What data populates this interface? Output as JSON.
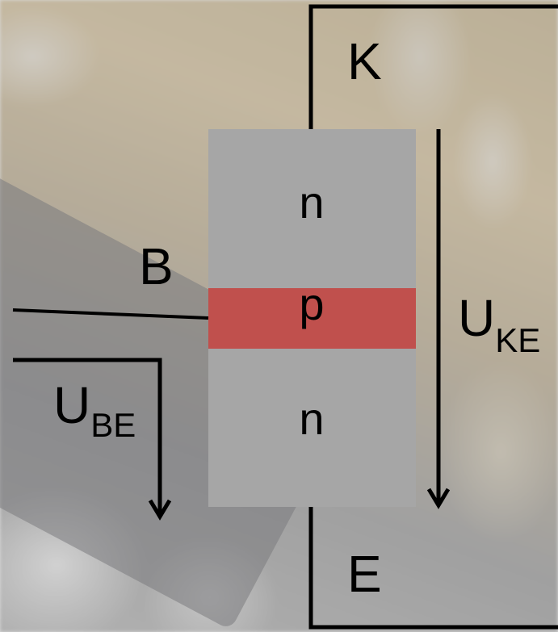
{
  "labels": {
    "collector": "K",
    "base": "B",
    "emitter": "E",
    "layer_top": "n",
    "layer_middle": "p",
    "layer_bottom": "n",
    "u_be_main": "U",
    "u_be_sub": "BE",
    "u_ke_main": "U",
    "u_ke_sub": "KE"
  },
  "colors": {
    "n_layer": "#a6a6a6",
    "p_layer": "#c0504d",
    "wire": "#000000"
  }
}
